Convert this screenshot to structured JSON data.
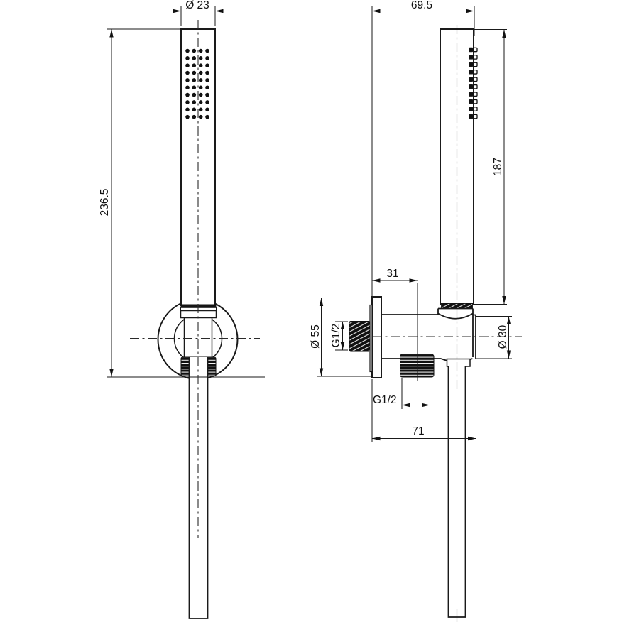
{
  "front_view": {
    "dim_head_diameter": "Ø 23",
    "dim_total_length": "236.5"
  },
  "side_view": {
    "dim_overall_width": "69.5",
    "dim_handle_length": "187",
    "dim_outlet_offset": "31",
    "dim_flange_diameter": "Ø 55",
    "dim_inlet_thread": "G1/2",
    "dim_body_diameter": "Ø 30",
    "dim_outlet_thread": "G1/2",
    "dim_overall_depth": "71"
  },
  "colors": {
    "line": "#1a1a1a",
    "background": "#ffffff"
  }
}
